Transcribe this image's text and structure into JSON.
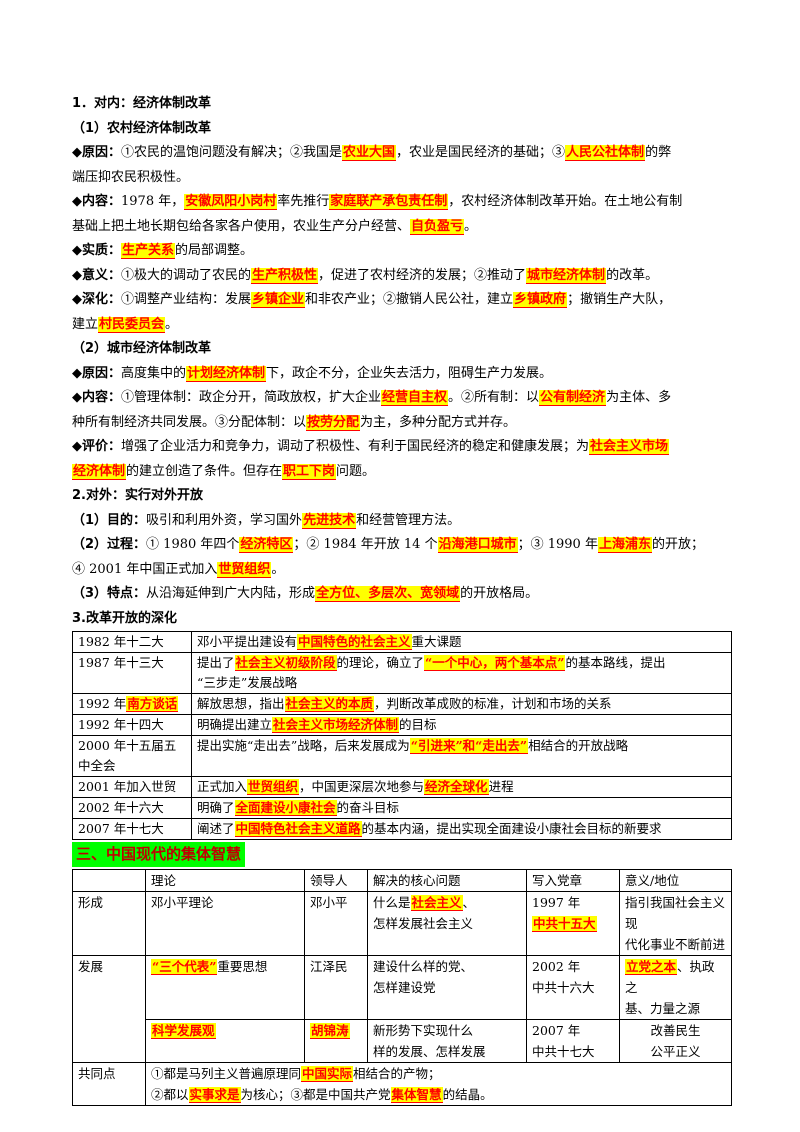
{
  "s1": {
    "title": "1．对内：经济体制改革",
    "rural_title": "（1）农村经济体制改革",
    "r_cause_label": "◆原因：",
    "r_cause_1": "①农民的温饱问题没有解决；②我国是",
    "r_cause_hl1": "农业大国",
    "r_cause_2": "，农业是国民经济的基础；③",
    "r_cause_hl2": "人民公社体制",
    "r_cause_3": "的弊",
    "r_cause_4": "端压抑农民积极性。",
    "r_content_label": "◆内容：",
    "r_content_1": "1978 年，",
    "r_content_hl1": "安徽凤阳小岗村",
    "r_content_2": "率先推行",
    "r_content_hl2": "家庭联产承包责任制",
    "r_content_3": "，农村经济体制改革开始。在土地公有制",
    "r_content_4": "基础上把土地长期包给各家各户使用，农业生产分户经营、",
    "r_content_hl3": "自负盈亏",
    "r_content_5": "。",
    "r_essence_label": "◆实质：",
    "r_essence_hl": "生产关系",
    "r_essence_1": "的局部调整。",
    "r_meaning_label": "◆意义：",
    "r_meaning_1": "①极大的调动了农民的",
    "r_meaning_hl1": "生产积极性",
    "r_meaning_2": "，促进了农村经济的发展；②推动了",
    "r_meaning_hl2": "城市经济体制",
    "r_meaning_3": "的改革。",
    "r_deep_label": "◆深化：",
    "r_deep_1": "①调整产业结构：发展",
    "r_deep_hl1": "乡镇企业",
    "r_deep_2": "和非农产业；②撤销人民公社，建立",
    "r_deep_hl2": "乡镇政府",
    "r_deep_3": "；撤销生产大队，",
    "r_deep_4": "建立",
    "r_deep_hl3": "村民委员会",
    "r_deep_5": "。",
    "urban_title": "（2）城市经济体制改革",
    "u_cause_label": "◆原因：",
    "u_cause_1": "高度集中的",
    "u_cause_hl": "计划经济体制",
    "u_cause_2": "下，政企不分，企业失去活力，阻碍生产力发展。",
    "u_content_label": "◆内容：",
    "u_content_1": "①管理体制：政企分开，简政放权，扩大企业",
    "u_content_hl1": "经营自主权",
    "u_content_2": "。②所有制：以",
    "u_content_hl2": "公有制经济",
    "u_content_3": "为主体、多",
    "u_content_4": "种所有制经济共同发展。③分配体制：以",
    "u_content_hl3": "按劳分配",
    "u_content_5": "为主，多种分配方式并存。",
    "u_eval_label": "◆评价：",
    "u_eval_1": "增强了企业活力和竞争力，调动了积极性、有利于国民经济的稳定和健康发展；为",
    "u_eval_hl1": "社会主义市场",
    "u_eval_hl2": "经济体制",
    "u_eval_2": "的建立创造了条件。但存在",
    "u_eval_hl3": "职工下岗",
    "u_eval_3": "问题。"
  },
  "s2": {
    "title": "2.对外：实行对外开放",
    "aim_label": "（1）目的：",
    "aim_1": "吸引和利用外资，学习国外",
    "aim_hl": "先进技术",
    "aim_2": "和经营管理方法。",
    "proc_label": "（2）过程：",
    "proc_1": "① 1980 年四个",
    "proc_hl1": "经济特区",
    "proc_2": "；② 1984 年开放 14 个",
    "proc_hl2": "沿海港口城市",
    "proc_3": "；③ 1990 年",
    "proc_hl3": "上海浦东",
    "proc_4": "的开放；",
    "proc_5": "④ 2001 年中国正式加入",
    "proc_hl4": "世贸组织",
    "proc_6": "。",
    "feat_label": "（3）特点：",
    "feat_1": "从沿海延伸到广大内陆，形成",
    "feat_hl": "全方位、多层次、宽领域",
    "feat_2": "的开放格局。"
  },
  "s3": {
    "title": "3.改革开放的深化",
    "rows": [
      {
        "event": "1982 年十二大",
        "pre": "邓小平提出建设有",
        "hl": "中国特色的社会主义",
        "post": "重大课题"
      },
      {
        "event": "1987 年十三大",
        "pre": "提出了",
        "hl": "社会主义初级阶段",
        "mid": "的理论，确立了",
        "hl2": "“一个中心，两个基本点”",
        "post": "的基本路线，提出",
        "line2": "“三步走”发展战略"
      },
      {
        "event_pre": "1992 年",
        "event_hl": "南方谈话",
        "pre": "解放思想，指出",
        "hl": "社会主义的本质",
        "post": "，判断改革成败的标准，计划和市场的关系"
      },
      {
        "event": "1992 年十四大",
        "pre": "明确提出建立",
        "hl": "社会主义市场经济体制",
        "post": "的目标"
      },
      {
        "event": "2000 年十五届五",
        "event2": "中全会",
        "pre": "提出实施“走出去”战略，后来发展成为",
        "hl": "“引进来”和“走出去”",
        "post": "相结合的开放战略"
      },
      {
        "event": "2001 年加入世贸",
        "pre": "正式加入",
        "hl": "世贸组织",
        "mid": "，中国更深层次地参与",
        "hl2": "经济全球化",
        "post": "进程"
      },
      {
        "event": "2002 年十六大",
        "pre": "明确了",
        "hl": "全面建设小康社会",
        "post": "的奋斗目标"
      },
      {
        "event": "2007 年十七大",
        "pre": "阐述了",
        "hl": "中国特色社会主义道路",
        "post": "的基本内涵，提出实现全面建设小康社会目标的新要求"
      }
    ]
  },
  "s4": {
    "title": "三、中国现代的集体智慧",
    "headers": [
      "",
      "理论",
      "领导人",
      "解决的核心问题",
      "写入党章",
      "意义/地位"
    ],
    "r1": {
      "stage": "形成",
      "theory": "邓小平理论",
      "leader": "邓小平",
      "q1_pre": "什么是",
      "q1_hl": "社会主义",
      "q1_post": "、",
      "q2": "怎样发展社会主义",
      "year": "1997 年",
      "congress_hl": "中共十五大",
      "sig1": "指引我国社会主义现",
      "sig2": "代化事业不断前进"
    },
    "r2": {
      "stage": "发展",
      "theory_hl": "“三个代表”",
      "theory_post": "重要思想",
      "leader": "江泽民",
      "q1": "建设什么样的党、",
      "q2": "怎样建设党",
      "year": "2002 年",
      "congress": "中共十六大",
      "sig_hl": "立党之本",
      "sig1": "、执政之",
      "sig2": "基、力量之源"
    },
    "r3": {
      "theory_hl": "科学发展观",
      "leader_hl": "胡锦涛",
      "q1": "新形势下实现什么",
      "q2": "样的发展、怎样发展",
      "year": "2007 年",
      "congress": "中共十七大",
      "sig1": "改善民生",
      "sig2": "公平正义"
    },
    "common": {
      "label": "共同点",
      "l1_pre": "①都是马列主义普遍原理同",
      "l1_hl": "中国实际",
      "l1_post": "相结合的产物；",
      "l2_pre": "②都以",
      "l2_hl1": "实事求是",
      "l2_mid": "为核心；③都是中国共产党",
      "l2_hl2": "集体智慧",
      "l2_post": "的结晶。"
    }
  }
}
